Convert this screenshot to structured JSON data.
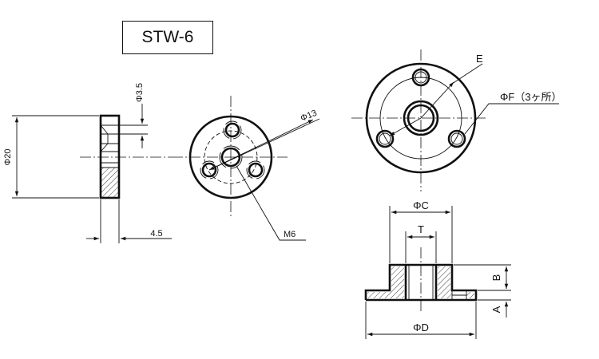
{
  "title": "STW-6",
  "side_view": {
    "dia": "Φ20",
    "hole": "Φ3.5",
    "thickness": "4.5"
  },
  "front_view": {
    "pcd": "Φ13",
    "thread": "M6"
  },
  "right_top": {
    "e": "E",
    "f": "ΦF（3ヶ所）"
  },
  "right_section": {
    "c": "ΦC",
    "t": "T",
    "d": "ΦD",
    "b": "B",
    "a": "A"
  }
}
